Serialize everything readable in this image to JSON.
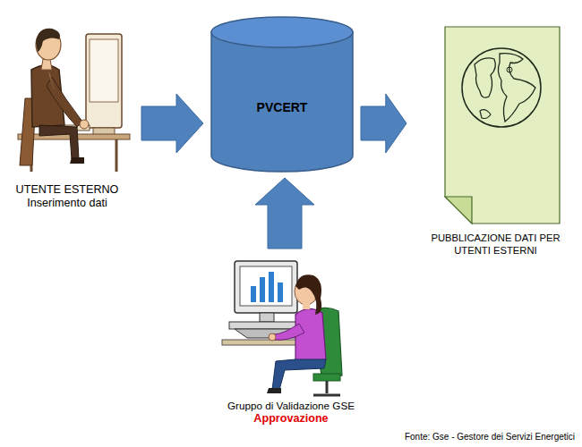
{
  "diagram": {
    "nodes": [
      {
        "text": [
          "UTENTE ESTERNO",
          "Inserimento dati"
        ]
      },
      {
        "text": [
          "PVCERT"
        ]
      },
      {
        "text": [
          "PUBBLICAZIONE DATI PER UTENTI ESTERNI"
        ]
      },
      {
        "text": [
          "Gruppo di Validazione GSE",
          "Approvazione"
        ]
      }
    ],
    "edges": [
      {
        "from": 0,
        "to": 1,
        "arrow": "to"
      },
      {
        "from": 1,
        "to": 2,
        "arrow": "to"
      },
      {
        "from": 3,
        "to": 1,
        "arrow": "to"
      }
    ],
    "labels": [
      "Fonte: Gse - Gestore dei Servizi Energetici"
    ]
  }
}
